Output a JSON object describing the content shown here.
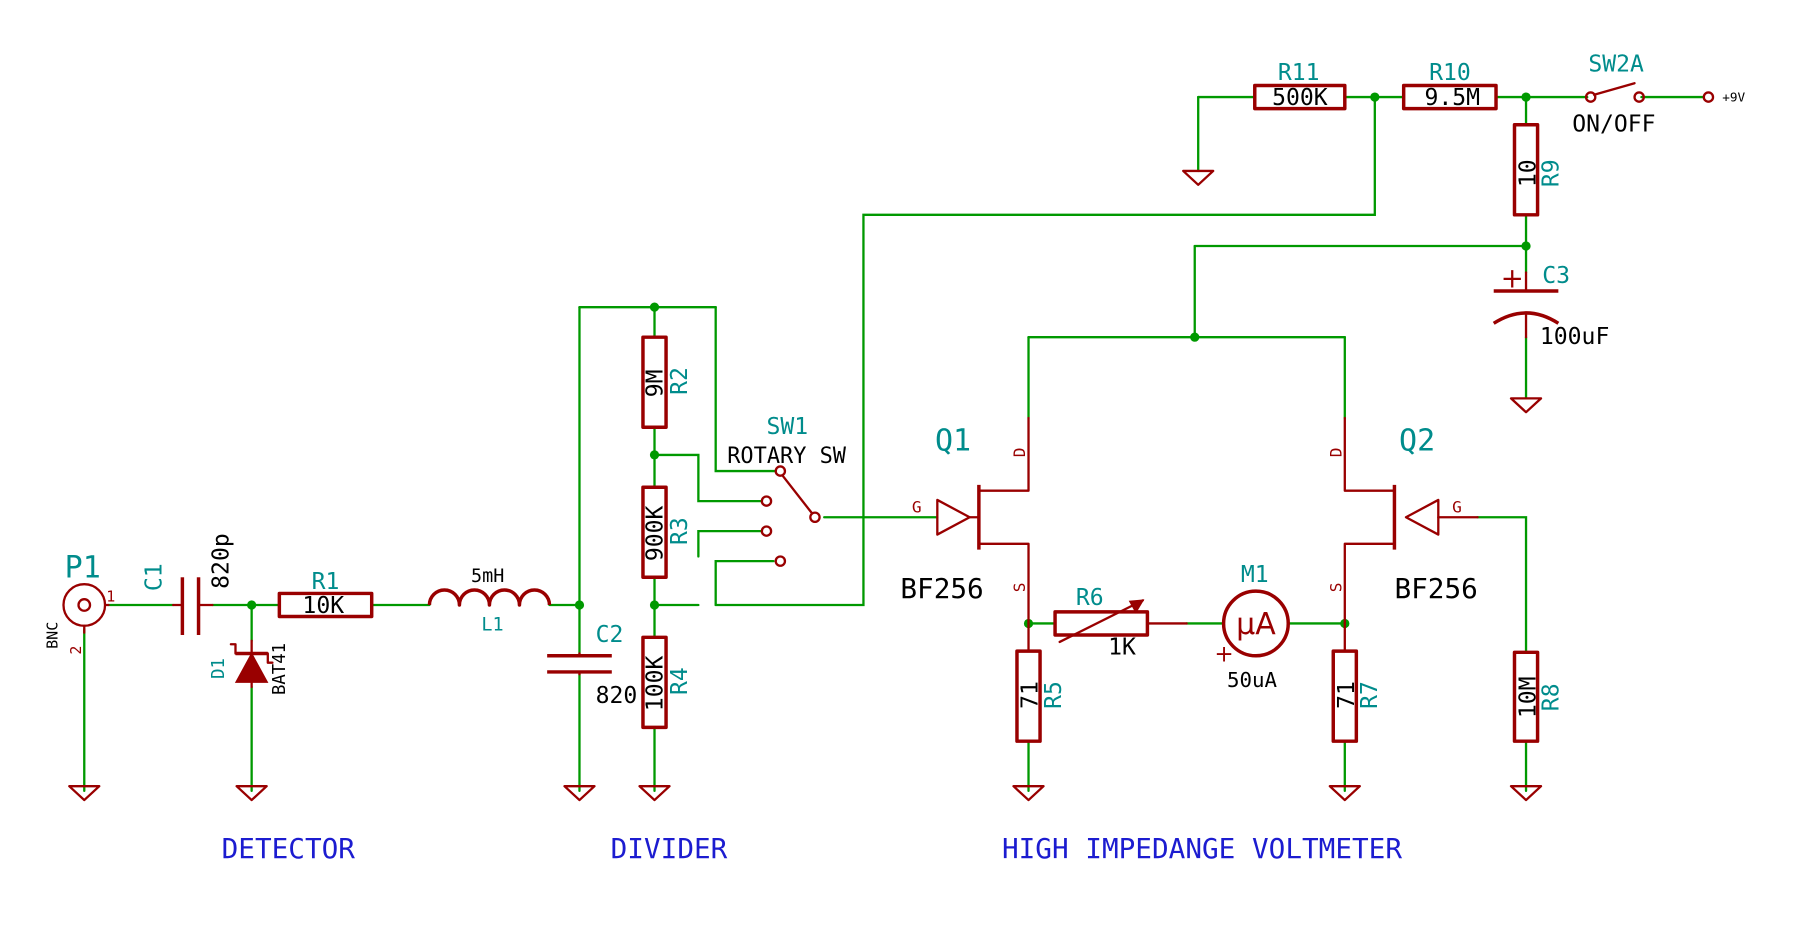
{
  "sections": {
    "detector": "DETECTOR",
    "divider": "DIVIDER",
    "voltmeter": "HIGH IMPEDANGE VOLTMETER"
  },
  "components": {
    "P1": {
      "ref": "P1",
      "value": "BNC",
      "pin1": "1",
      "pin2": "2"
    },
    "C1": {
      "ref": "C1",
      "value": "820p"
    },
    "D1": {
      "ref": "D1",
      "value": "BAT41"
    },
    "R1": {
      "ref": "R1",
      "value": "10K"
    },
    "L1": {
      "ref": "L1",
      "value": "5mH"
    },
    "C2": {
      "ref": "C2",
      "value": "820"
    },
    "R2": {
      "ref": "R2",
      "value": "9M"
    },
    "R3": {
      "ref": "R3",
      "value": "900K"
    },
    "R4": {
      "ref": "R4",
      "value": "100K"
    },
    "SW1": {
      "ref": "SW1",
      "value": "ROTARY SW"
    },
    "Q1": {
      "ref": "Q1",
      "value": "BF256",
      "g": "G",
      "d": "D",
      "s": "S"
    },
    "Q2": {
      "ref": "Q2",
      "value": "BF256",
      "g": "G",
      "d": "D",
      "s": "S"
    },
    "R5": {
      "ref": "R5",
      "value": "71"
    },
    "R6": {
      "ref": "R6",
      "value": "1K"
    },
    "M1": {
      "ref": "M1",
      "value": "50uA",
      "symbol": "µA",
      "plus": "+"
    },
    "R7": {
      "ref": "R7",
      "value": "71"
    },
    "R8": {
      "ref": "R8",
      "value": "10M"
    },
    "R9": {
      "ref": "R9",
      "value": "10"
    },
    "C3": {
      "ref": "C3",
      "value": "100uF",
      "plus": "+"
    },
    "R10": {
      "ref": "R10",
      "value": "9.5M"
    },
    "R11": {
      "ref": "R11",
      "value": "500K"
    },
    "SW2A": {
      "ref": "SW2A",
      "value": "ON/OFF"
    }
  },
  "power": {
    "vcc": "+9V"
  },
  "colors": {
    "wire": "#009900",
    "part": "#990000",
    "reference": "#008c8c",
    "section": "#1c1cd0"
  }
}
